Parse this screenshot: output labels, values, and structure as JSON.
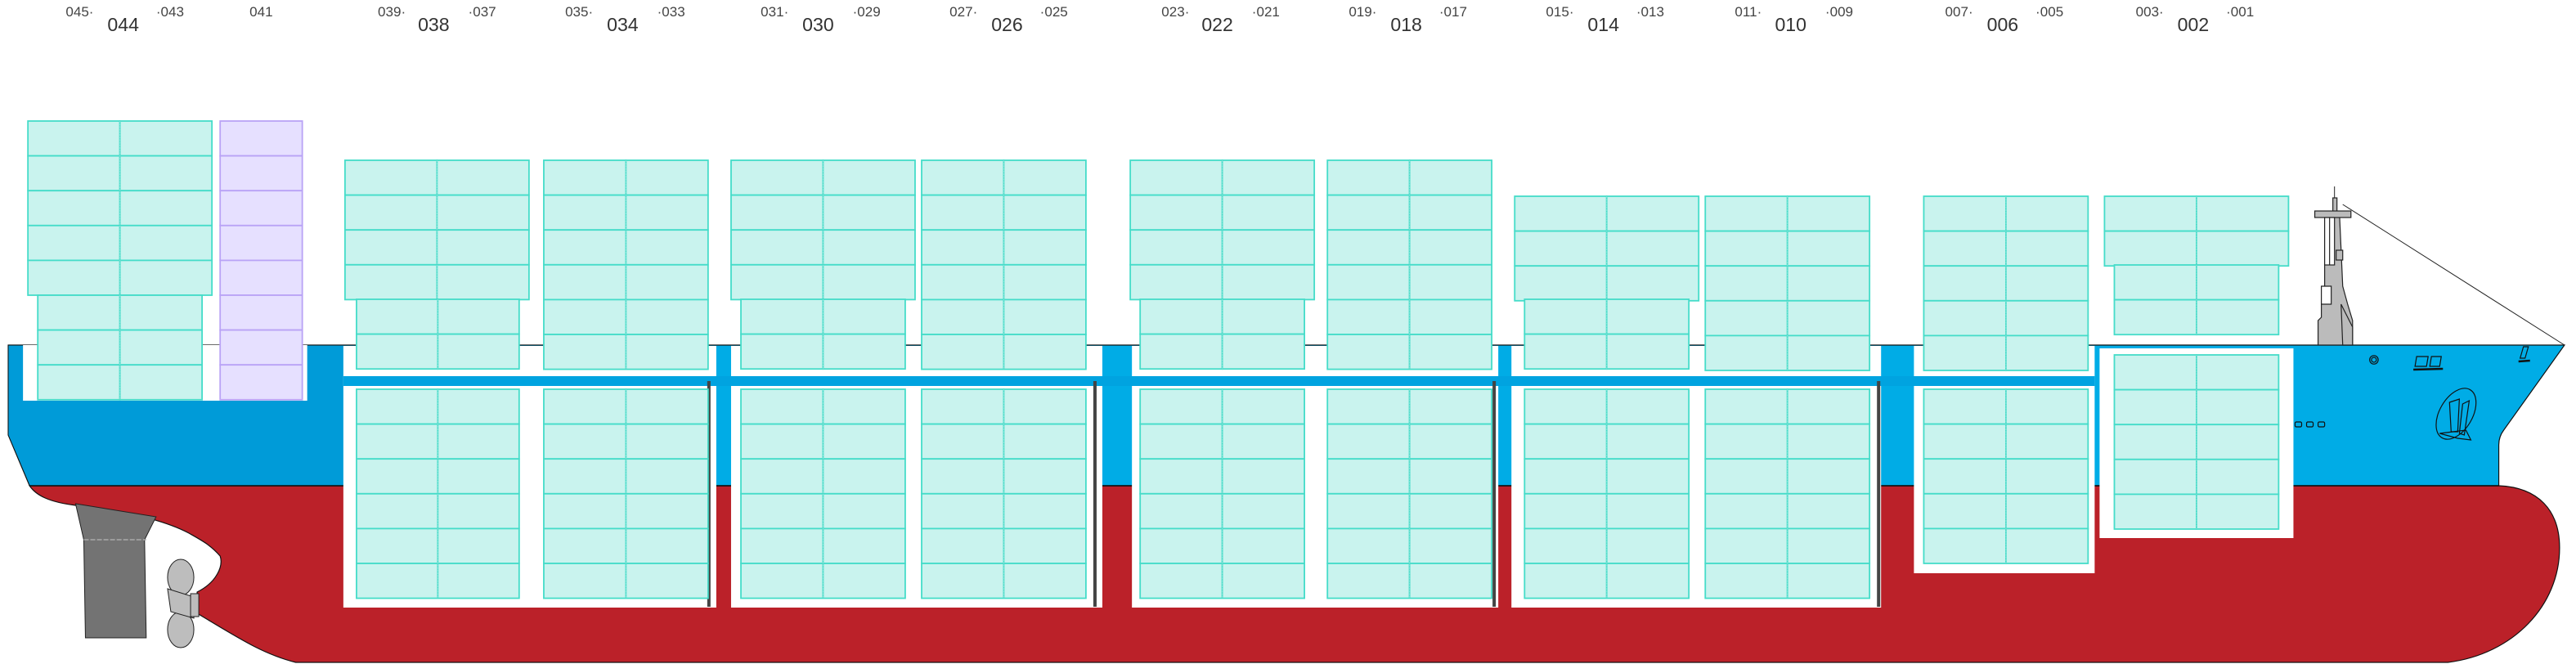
{
  "colors": {
    "hull_upper": "#00ace6",
    "hull_upper_stern": "#009bd8",
    "hull_lower": "#bb2129",
    "container_fill": "#c9f3ee",
    "container_stroke": "#45dcc9",
    "reefer_fill": "#e6e0ff",
    "reefer_stroke": "#b9a3f6"
  },
  "bays": [
    {
      "id": "044",
      "left": "045·",
      "right": "·043"
    },
    {
      "id": "041"
    },
    {
      "id": "038",
      "left": "039·",
      "right": "·037"
    },
    {
      "id": "034",
      "left": "035·",
      "right": "·033"
    },
    {
      "id": "030",
      "left": "031·",
      "right": "·029"
    },
    {
      "id": "026",
      "left": "027·",
      "right": "·025"
    },
    {
      "id": "022",
      "left": "023·",
      "right": "·021"
    },
    {
      "id": "018",
      "left": "019·",
      "right": "·017"
    },
    {
      "id": "014",
      "left": "015·",
      "right": "·013"
    },
    {
      "id": "010",
      "left": "011·",
      "right": "·009"
    },
    {
      "id": "006",
      "left": "007·",
      "right": "·005"
    },
    {
      "id": "002",
      "left": "003·",
      "right": "·001"
    }
  ]
}
